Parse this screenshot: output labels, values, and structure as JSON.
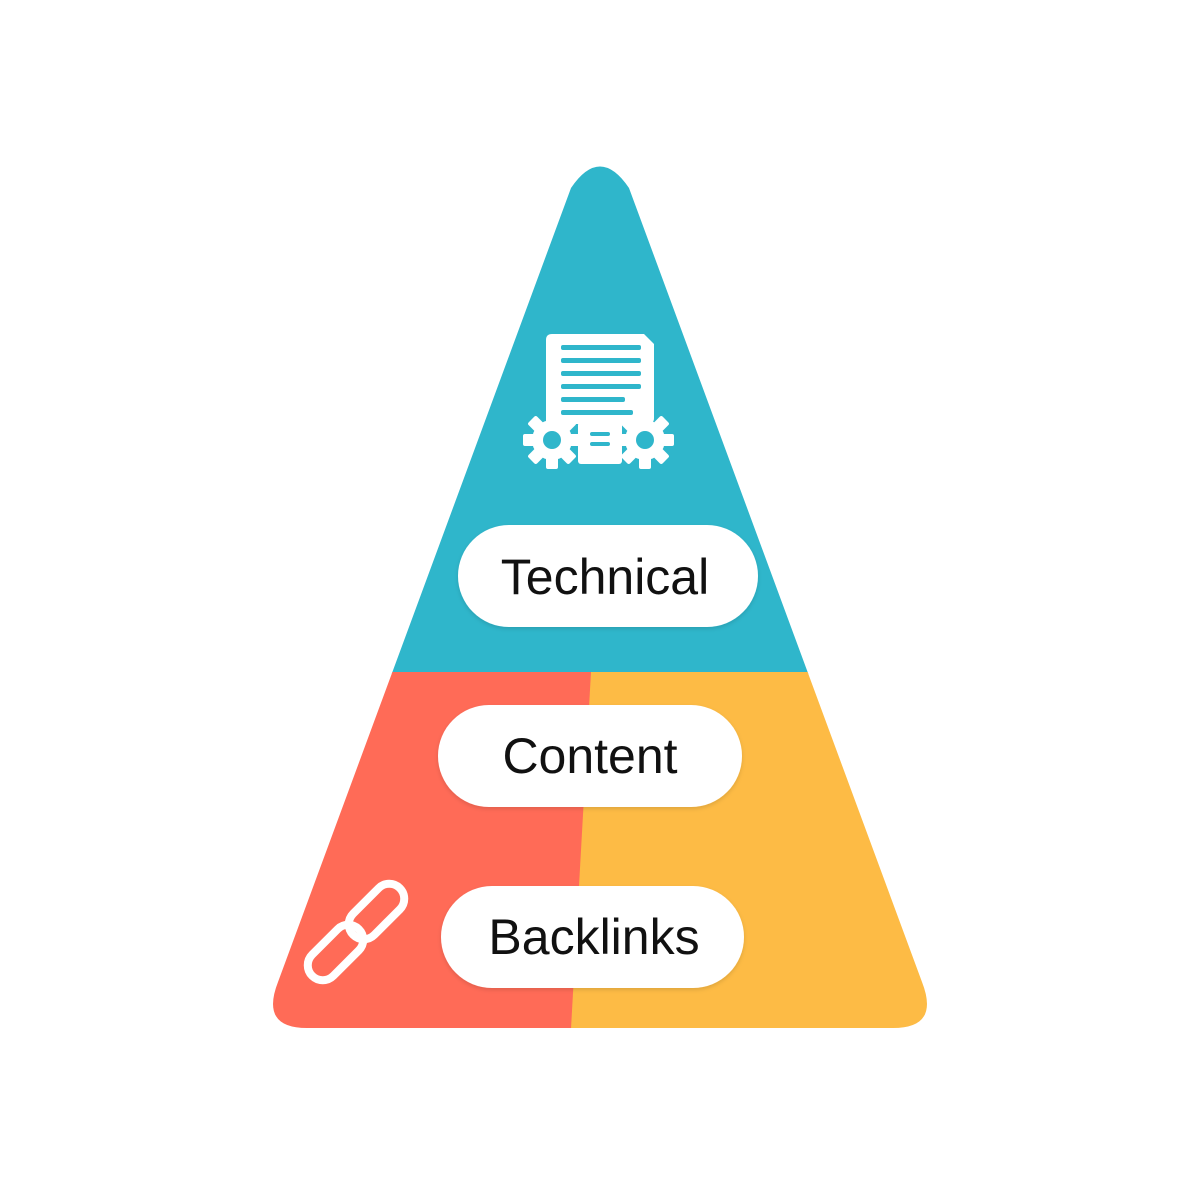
{
  "pyramid": {
    "colors": {
      "top": "#2FB6CB",
      "bottom_left": "#FF6B57",
      "bottom_right": "#FDBB45",
      "pill": "#FFFFFF",
      "icon": "#FFFFFF",
      "text": "#111111"
    },
    "layers": [
      {
        "label": "Technical",
        "icon": "document-gears-icon"
      },
      {
        "label": "Content"
      },
      {
        "label": "Backlinks",
        "icon": "chain-link-icon"
      }
    ]
  }
}
